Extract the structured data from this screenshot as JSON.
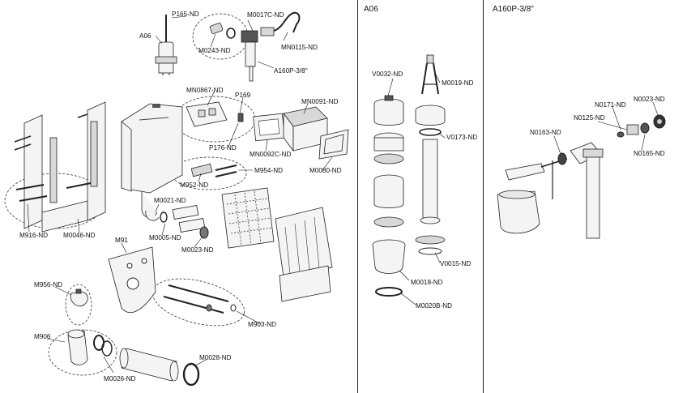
{
  "panels": {
    "main": {
      "labels": {
        "p165": "P165-ND",
        "a06": "A06",
        "m0243": "M0243-ND",
        "m0017c": "M0017C-ND",
        "mn0115": "MN0115-ND",
        "a160p": "A160P-3/8\"",
        "mn0867": "MN0867-ND",
        "p169": "P169",
        "mn0091": "MN0091-ND",
        "p176": "P176-ND",
        "mn0092c": "MN0092C-ND",
        "m954": "M954-ND",
        "m0080": "M0080-ND",
        "m952": "M952-ND",
        "m0021": "M0021-ND",
        "m0005": "M0005-ND",
        "m916": "M916-ND",
        "m0046": "M0046-ND",
        "m0023": "M0023-ND",
        "m91": "M91",
        "m956": "M956-ND",
        "m903": "M903-ND",
        "m906": "M906",
        "m0028": "M0028-ND",
        "m0026": "M0026-ND"
      }
    },
    "a06": {
      "title": "A06",
      "labels": {
        "v0032": "V0032-ND",
        "m0019": "M0019-ND",
        "v0173": "V0173-ND",
        "v0015": "V0015-ND",
        "m0018": "M0018-ND",
        "m0020b": "M0020B-ND"
      }
    },
    "a160p": {
      "title": "A160P-3/8\"",
      "labels": {
        "n0023": "N0023-ND",
        "n0171": "N0171-ND",
        "n0125": "N0125-ND",
        "n0163": "N0163-ND",
        "n0165": "N0165-ND"
      }
    }
  }
}
